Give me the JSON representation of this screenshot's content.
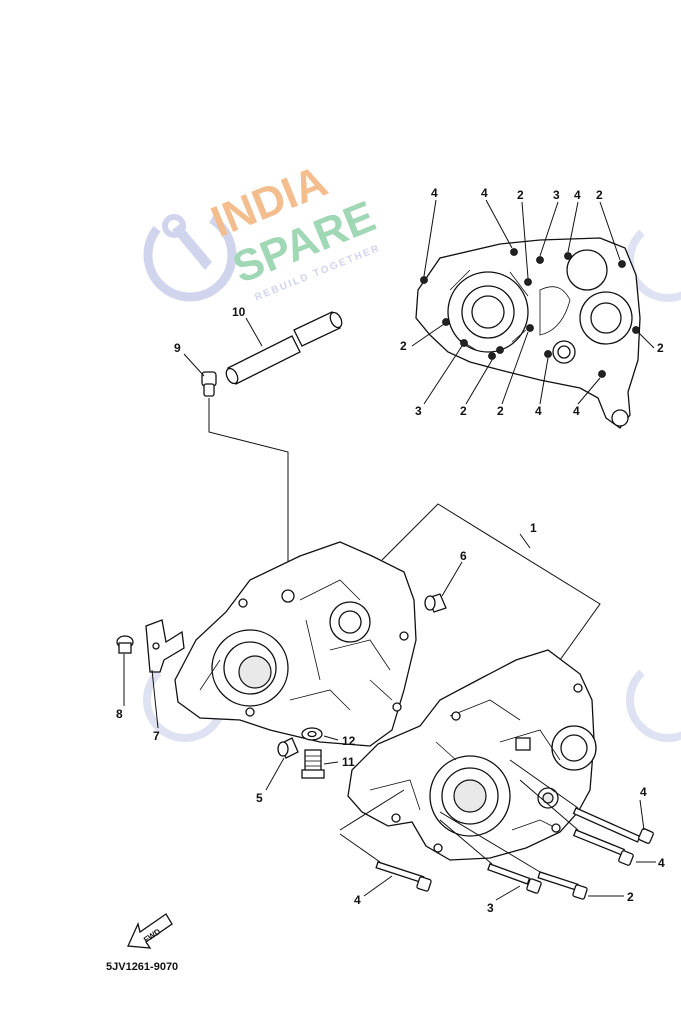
{
  "watermark": {
    "line1": "INDIA",
    "line2": "SPARE",
    "tagline": "REBUILD TOGETHER",
    "color_orange": "#f3b27a",
    "color_green": "#8fd0a8",
    "color_blue": "#c9cdea"
  },
  "callouts": {
    "c1": "1",
    "c2": "2",
    "c3": "3",
    "c4": "4",
    "c5": "5",
    "c6": "6",
    "c7": "7",
    "c8": "8",
    "c9": "9",
    "c10": "10",
    "c11": "11",
    "c12": "12"
  },
  "diagram_code": "5JV1261-9070",
  "fwd_label": "FWD"
}
